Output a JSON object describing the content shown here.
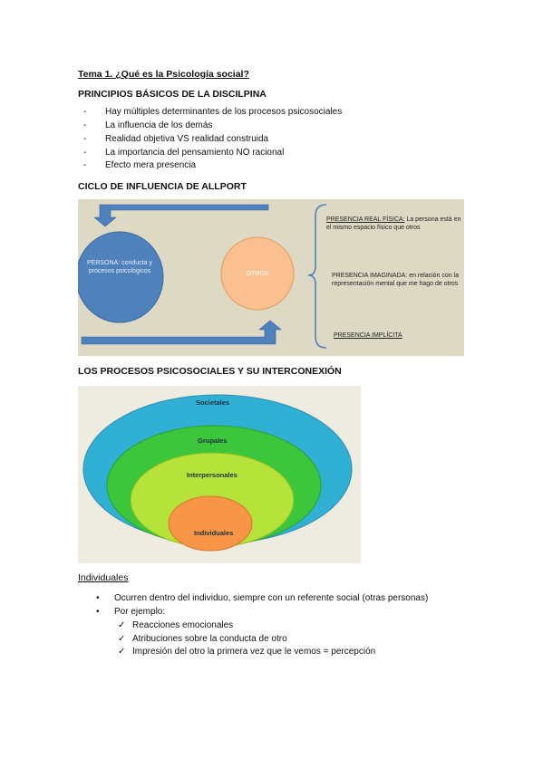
{
  "title": "Tema 1. ¿Qué es la Psicología social?",
  "principles": {
    "heading": "PRINCIPIOS BÁSICOS DE LA DISCILPINA",
    "items": [
      "Hay múltiples determinantes de los procesos psicosociales",
      "La influencia de los demás",
      "Realidad objetiva VS realidad construida",
      "La importancia del pensamiento NO racional",
      "Efecto mera presencia"
    ]
  },
  "allport": {
    "heading": "CICLO DE INFLUENCIA DE ALLPORT",
    "persona": "PERSONA: conducta y procesos psicológicos",
    "otros": "OTROS",
    "presencia_real_label": "PRESENCIA REAL FÍSICA:",
    "presencia_real_text": "La persona está en el mismo espacio físico que otros",
    "presencia_imaginada_label": "PRESENCIA IMAGINADA:",
    "presencia_imaginada_text": "en relación con la representación mental que me hago de otros",
    "presencia_implicita": "PRESENCIA IMPLÍCITA",
    "colors": {
      "background": "#ddd9c4",
      "persona": "#4f81bd",
      "otros": "#fac090",
      "arrow": "#4f81bd"
    }
  },
  "processes": {
    "heading": "LOS PROCESOS PSICOSOCIALES Y SU INTERCONEXIÓN",
    "levels": [
      "Societales",
      "Grupales",
      "Interpersonales",
      "Individuales"
    ],
    "colors": {
      "societales": "#31b0d5",
      "grupales": "#3cc63c",
      "interpersonales": "#b6e33a",
      "individuales": "#f79646"
    }
  },
  "individuales": {
    "heading": "Individuales",
    "bullets": [
      "Ocurren dentro del individuo, siempre con un referente social (otras personas)",
      "Por ejemplo:"
    ],
    "examples": [
      "Reacciones emocionales",
      "Atribuciones sobre la conducta de otro",
      "Impresión del otro la primera vez que le vemos = percepción"
    ]
  }
}
